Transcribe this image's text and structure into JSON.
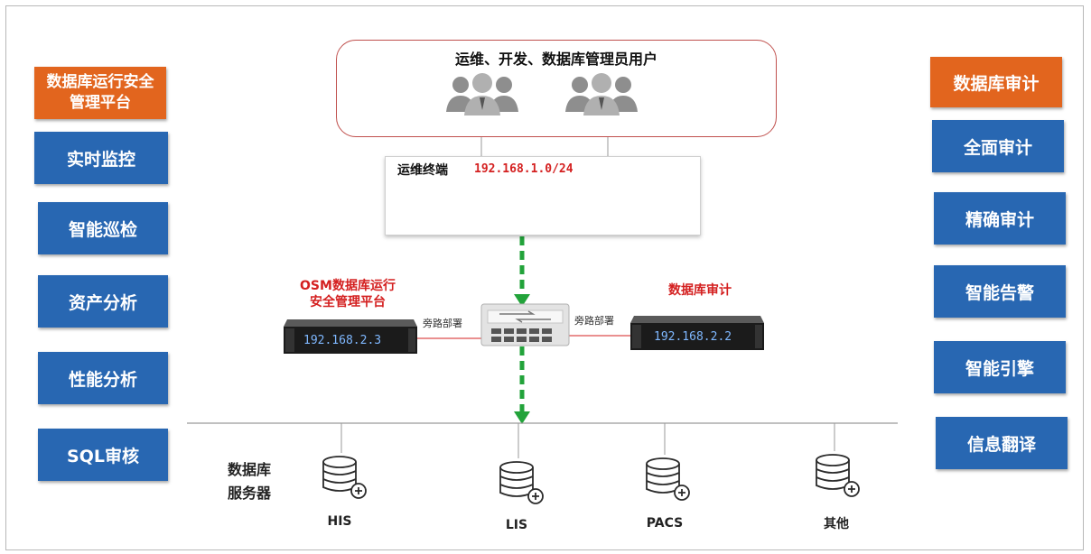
{
  "left_panel": {
    "title": "数据库运行安全管理平台",
    "items": [
      "实时监控",
      "智能巡检",
      "资产分析",
      "性能分析",
      "SQL审核"
    ]
  },
  "right_panel": {
    "title": "数据库审计",
    "items": [
      "全面审计",
      "精确审计",
      "智能告警",
      "智能引擎",
      "信息翻译"
    ]
  },
  "users": {
    "title": "运维、开发、数据库管理员用户",
    "icon": "user-group-icon"
  },
  "terminal": {
    "title": "运维终端",
    "ip": "192.168.1.0/24",
    "icon": "laptop-icon"
  },
  "osm_server": {
    "label_line1": "OSM数据库运行",
    "label_line2": "安全管理平台",
    "ip": "192.168.2.3"
  },
  "audit_server": {
    "label": "数据库审计",
    "ip": "192.168.2.2"
  },
  "bypass_label": "旁路部署",
  "db_servers": {
    "label_line1": "数据库",
    "label_line2": "服务器",
    "items": [
      "HIS",
      "LIS",
      "PACS",
      "其他"
    ]
  },
  "colors": {
    "blue": "#2867b2",
    "orange": "#e2651e",
    "red": "#d42020",
    "arrow_green": "#22a33a"
  }
}
